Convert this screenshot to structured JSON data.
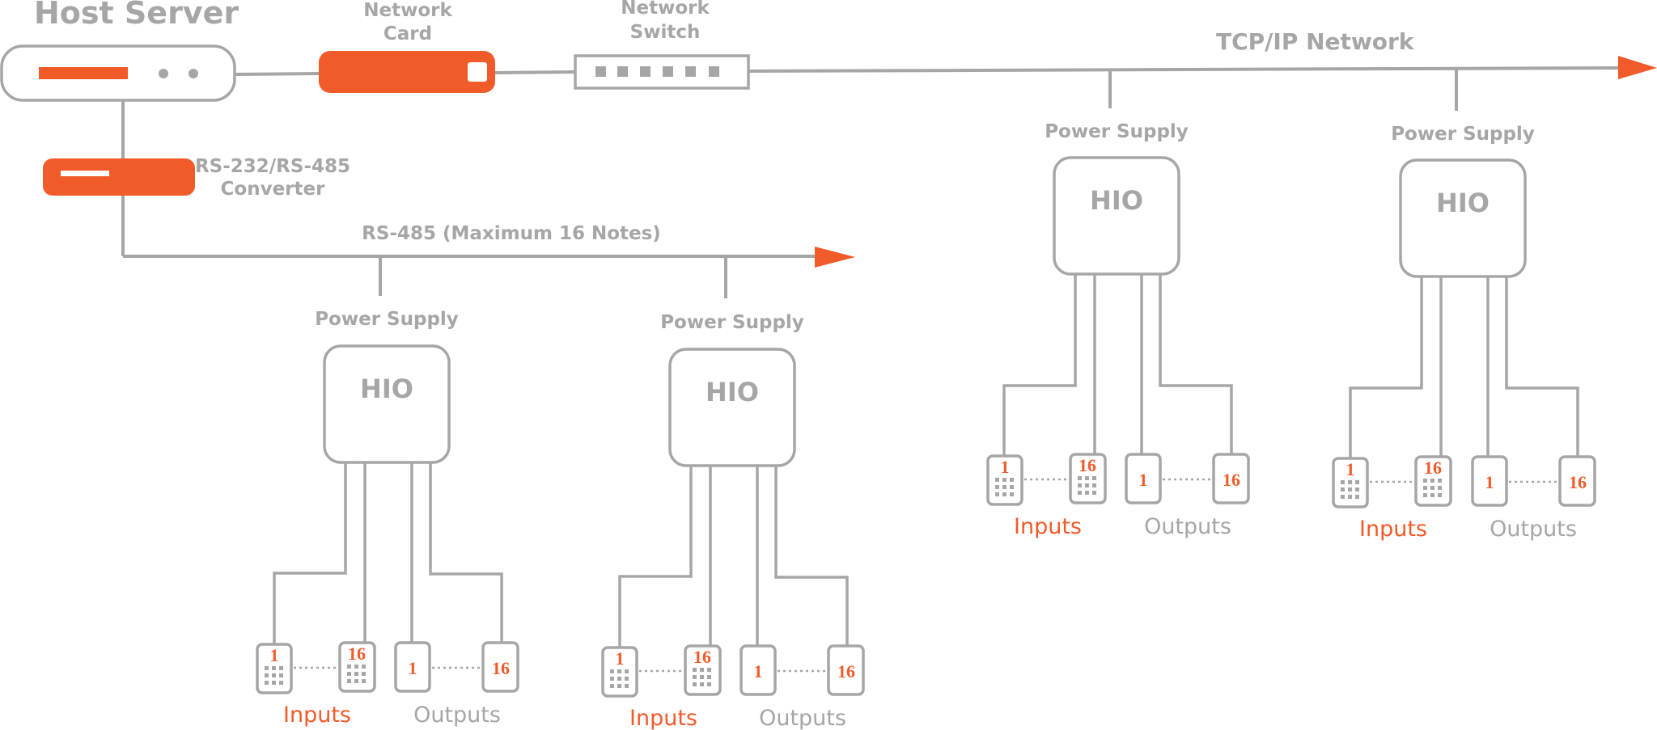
{
  "colors": {
    "accent": "#f15a29",
    "line": "#a6a6a6",
    "background": "#ffffff"
  },
  "labels": {
    "host_server": "Host Server",
    "network_card_1": "Network",
    "network_card_2": "Card",
    "network_switch_1": "Network",
    "network_switch_2": "Switch",
    "converter_1": "RS-232/RS-485",
    "converter_2": "Converter",
    "rs485_bus": "RS-485 (Maximum 16 Notes)",
    "tcpip_network": "TCP/IP Network"
  },
  "hio_nodes": [
    {
      "power_supply": "Power Supply",
      "title": "HIO",
      "input_first": "1",
      "input_last": "16",
      "output_first": "1",
      "output_last": "16",
      "inputs_label": "Inputs",
      "outputs_label": "Outputs"
    },
    {
      "power_supply": "Power Supply",
      "title": "HIO",
      "input_first": "1",
      "input_last": "16",
      "output_first": "1",
      "output_last": "16",
      "inputs_label": "Inputs",
      "outputs_label": "Outputs"
    },
    {
      "power_supply": "Power Supply",
      "title": "HIO",
      "input_first": "1",
      "input_last": "16",
      "output_first": "1",
      "output_last": "16",
      "inputs_label": "Inputs",
      "outputs_label": "Outputs"
    },
    {
      "power_supply": "Power Supply",
      "title": "HIO",
      "input_first": "1",
      "input_last": "16",
      "output_first": "1",
      "output_last": "16",
      "inputs_label": "Inputs",
      "outputs_label": "Outputs"
    }
  ]
}
